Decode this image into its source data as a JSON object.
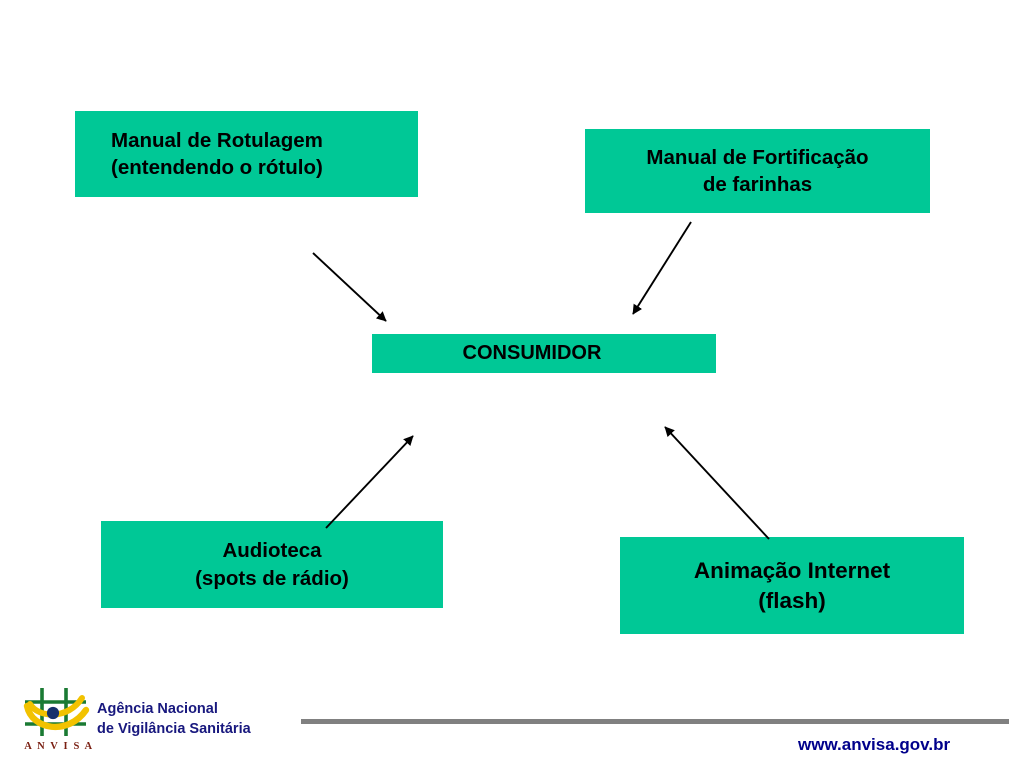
{
  "slide": {
    "background_color": "#ffffff",
    "box_color": "#00c896",
    "text_color": "#000000",
    "arrow_color": "#000000"
  },
  "boxes": [
    {
      "id": "manual-rotulagem",
      "line1": "Manual de Rotulagem",
      "line2": "(entendendo o rótulo)"
    },
    {
      "id": "manual-fortificacao",
      "line1": "Manual de Fortificação",
      "line2": "de farinhas"
    },
    {
      "id": "consumidor",
      "line1": "CONSUMIDOR"
    },
    {
      "id": "audioteca",
      "line1": "Audioteca",
      "line2": "(spots de rádio)"
    },
    {
      "id": "animacao-internet",
      "line1": "Animação Internet",
      "line2": "(flash)"
    }
  ],
  "arrows": [
    {
      "id": "rotulagem-to-consumidor",
      "from": "manual-rotulagem",
      "to": "consumidor"
    },
    {
      "id": "fortificacao-to-consumidor",
      "from": "manual-fortificacao",
      "to": "consumidor"
    },
    {
      "id": "audioteca-to-consumidor",
      "from": "audioteca",
      "to": "consumidor"
    },
    {
      "id": "animacao-to-consumidor",
      "from": "animacao-internet",
      "to": "consumidor"
    }
  ],
  "footer": {
    "org_line1": "Agência Nacional",
    "org_line2": "de Vigilância Sanitária",
    "logo_wordmark": "A N V I S A",
    "url": "www.anvisa.gov.br",
    "text_color": "#18187e",
    "url_color": "#00008b",
    "rule_color": "#808080",
    "logo_grid_color": "#1a7a33",
    "logo_swoosh_color": "#f2c200",
    "logo_dot_color": "#16306b"
  }
}
